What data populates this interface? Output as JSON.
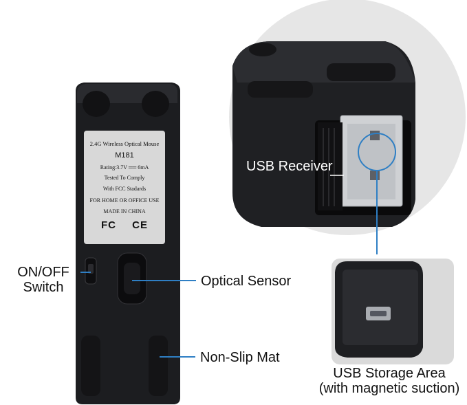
{
  "labels": {
    "on_off_line1": "ON/OFF",
    "on_off_line2": "Switch",
    "optical_sensor": "Optical Sensor",
    "non_slip_mat": "Non-Slip Mat",
    "usb_receiver": "USB Receiver",
    "usb_storage_line1": "USB Storage Area",
    "usb_storage_line2": "(with magnetic suction)"
  },
  "sticker": {
    "title": "2.4G Wireless Optical Mouse",
    "model": "M181",
    "rating": "Rating:3.7V ══ 6mA",
    "tested": "Tested To Comply",
    "fcc": "With FCC Stadards",
    "home": "FOR HOME OR OFFICE USE",
    "made": "MADE IN CHINA",
    "fc_mark": "FC",
    "ce_mark": "CE"
  },
  "colors": {
    "mouse_body": "#1c1d20",
    "sticker": "#d8d8d8",
    "callout_line": "#2f7fc4"
  }
}
